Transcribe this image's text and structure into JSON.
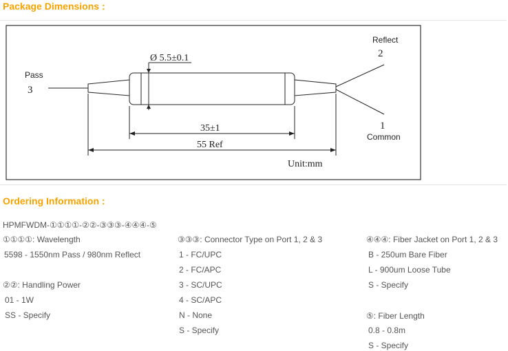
{
  "package": {
    "heading": "Package Dimensions :",
    "drawing": {
      "pass_label": "Pass",
      "pass_port": "3",
      "reflect_label": "Reflect",
      "reflect_port": "2",
      "common_label": "Common",
      "common_port": "1",
      "diameter": "Ø 5.5±0.1",
      "body_length": "35±1",
      "overall_length": "55 Ref",
      "unit": "Unit:mm"
    }
  },
  "ordering": {
    "heading": "Ordering Information :",
    "part_code": "HPMFWDM-①①①①-②②-③③③-④④④-⑤",
    "col1": {
      "wavelength_title": "①①①①: Wavelength",
      "wavelength_options": [
        "5598 - 1550nm Pass / 980nm Reflect"
      ],
      "power_title": "②②: Handling Power",
      "power_options": [
        "01 - 1W",
        "SS - Specify"
      ]
    },
    "col2": {
      "connector_title": "③③③: Connector Type on Port 1, 2 & 3",
      "connector_options": [
        "1 - FC/UPC",
        "2 - FC/APC",
        "3 - SC/UPC",
        "4 - SC/APC",
        "N - None",
        "S - Specify"
      ]
    },
    "col3": {
      "jacket_title": "④④④: Fiber Jacket  on Port 1, 2 & 3",
      "jacket_options": [
        "B - 250um Bare Fiber",
        "L - 900um Loose Tube",
        "S - Specify"
      ],
      "length_title": "⑤: Fiber Length",
      "length_options": [
        "0.8 - 0.8m",
        "S - Specify"
      ]
    }
  }
}
